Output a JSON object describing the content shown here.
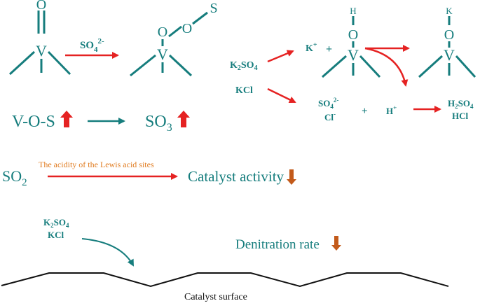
{
  "colors": {
    "teal": "#167d7d",
    "red": "#e52222",
    "brown_arrow": "#c35a1a",
    "orange_text": "#e07b1f",
    "black": "#111111"
  },
  "top_left": {
    "vo_o": "O",
    "vo_v": "V",
    "arrow_label": "SO",
    "arrow_label_sub": "4",
    "arrow_label_sup": "2-",
    "vos_o1": "O",
    "vos_o2": "O",
    "vos_s": "S",
    "vos_v": "V",
    "line_left": "V-O-S",
    "line_right": "SO",
    "line_right_sub": "3"
  },
  "top_right": {
    "k2so4": "K",
    "k2so4_sub": "2",
    "k2so4_rest": "SO",
    "k2so4_sub2": "4",
    "kcl": "KCl",
    "k_ion": "K",
    "k_ion_sup": "+",
    "plus1": "+",
    "oh_h": "H",
    "oh_o": "O",
    "oh_v": "V",
    "ok_k": "K",
    "ok_o": "O",
    "ok_v": "V",
    "so4": "SO",
    "so4_sub": "4",
    "so4_sup": "2-",
    "cl": "Cl",
    "cl_sup": "-",
    "plus2": "+",
    "h_ion": "H",
    "h_ion_sup": "+",
    "h2so4_h": "H",
    "h2so4_sub": "2",
    "h2so4_rest": "SO",
    "h2so4_sub2": "4",
    "hcl": "HCl"
  },
  "middle": {
    "so2": "SO",
    "so2_sub": "2",
    "lewis_label": "The acidity of the Lewis acid sites",
    "catalyst_activity": "Catalyst activity"
  },
  "bottom": {
    "k2so4": "K",
    "k2so4_sub": "2",
    "k2so4_rest": "SO",
    "k2so4_sub2": "4",
    "kcl": "KCl",
    "denitration": "Denitration rate",
    "surface_label": "Catalyst surface"
  }
}
